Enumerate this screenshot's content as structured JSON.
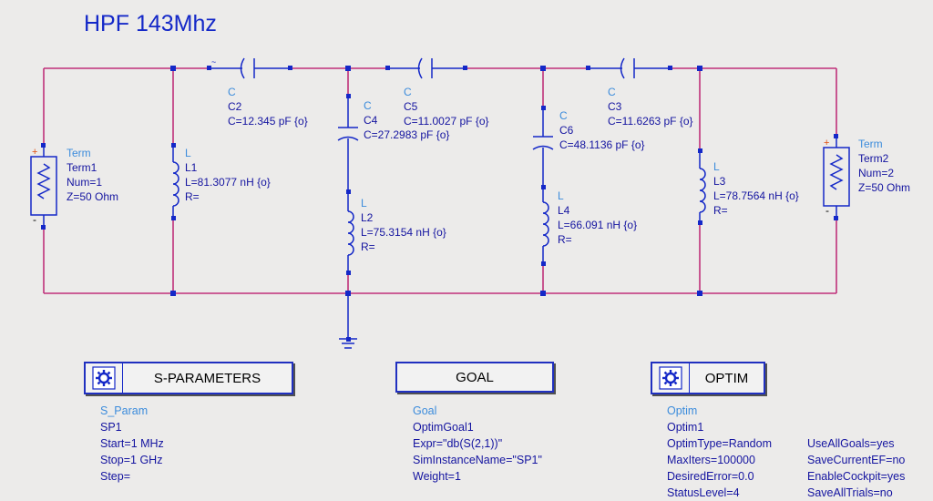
{
  "title": "HPF 143Mhz",
  "components": {
    "term1": {
      "type": "Term",
      "name": "Term1",
      "params": [
        "Num=1",
        "Z=50 Ohm"
      ]
    },
    "term2": {
      "type": "Term",
      "name": "Term2",
      "params": [
        "Num=2",
        "Z=50 Ohm"
      ]
    },
    "c2": {
      "type": "C",
      "name": "C2",
      "params": [
        "C=12.345 pF {o}"
      ]
    },
    "c5": {
      "type": "C",
      "name": "C5",
      "params": [
        "C=11.0027 pF {o}"
      ]
    },
    "c3": {
      "type": "C",
      "name": "C3",
      "params": [
        "C=11.6263 pF {o}"
      ]
    },
    "c4": {
      "type": "C",
      "name": "C4",
      "params": [
        "C=27.2983 pF {o}"
      ]
    },
    "c6": {
      "type": "C",
      "name": "C6",
      "params": [
        "C=48.1136 pF {o}"
      ]
    },
    "l1": {
      "type": "L",
      "name": "L1",
      "params": [
        "L=81.3077 nH {o}",
        "R="
      ]
    },
    "l2": {
      "type": "L",
      "name": "L2",
      "params": [
        "L=75.3154 nH {o}",
        "R="
      ]
    },
    "l3": {
      "type": "L",
      "name": "L3",
      "params": [
        "L=78.7564 nH {o}",
        "R="
      ]
    },
    "l4": {
      "type": "L",
      "name": "L4",
      "params": [
        "L=66.091 nH {o}",
        "R="
      ]
    }
  },
  "blocks": {
    "sparam": {
      "label": "S-PARAMETERS",
      "type": "S_Param",
      "name": "SP1",
      "params": [
        "Start=1 MHz",
        "Stop=1 GHz",
        "Step="
      ]
    },
    "goal": {
      "label": "GOAL",
      "type": "Goal",
      "name": "OptimGoal1",
      "params": [
        "Expr=\"db(S(2,1))\"",
        "SimInstanceName=\"SP1\"",
        "Weight=1"
      ]
    },
    "optim": {
      "label": "OPTIM",
      "type": "Optim",
      "name": "Optim1",
      "params": [
        "OptimType=Random",
        "MaxIters=100000",
        "DesiredError=0.0",
        "StatusLevel=4"
      ],
      "params2": [
        "UseAllGoals=yes",
        "SaveCurrentEF=no",
        "EnableCockpit=yes",
        "SaveAllTrials=no"
      ]
    }
  },
  "colors": {
    "wire": "#c0307a",
    "component": "#1428c8",
    "node": "#1428c8",
    "terminal_plus": "#e05010"
  }
}
